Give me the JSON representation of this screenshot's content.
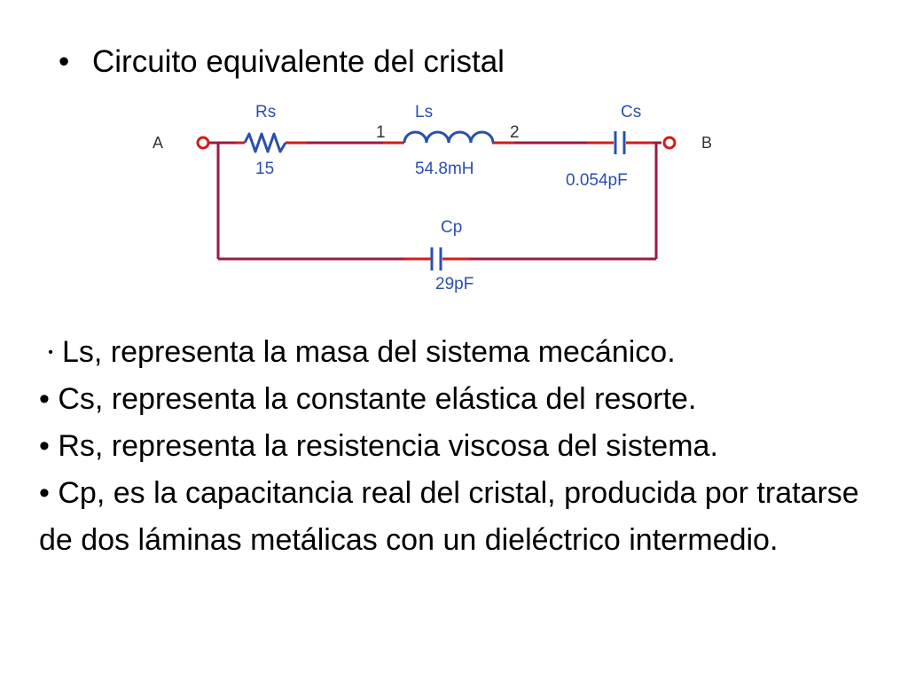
{
  "slide": {
    "title": "Circuito equivalente del cristal",
    "bullet_char": "•"
  },
  "circuit": {
    "terminal_a": "A",
    "terminal_b": "B",
    "node_1": "1",
    "node_2": "2",
    "rs": {
      "name": "Rs",
      "value": "15"
    },
    "ls": {
      "name": "Ls",
      "value": "54.8mH"
    },
    "cs": {
      "name": "Cs",
      "value": "0.054pF"
    },
    "cp": {
      "name": "Cp",
      "value": "29pF"
    },
    "colors": {
      "wire": "#9b1b3e",
      "terminal": "#d11b1b",
      "component": "#2a4fb0",
      "label": "#2a4fb0",
      "terminal_label": "#333333"
    }
  },
  "notes": [
    "Ls, representa la masa del sistema mecánico.",
    "Cs, representa la constante elástica del resorte.",
    "Rs, representa la resistencia viscosa del sistema.",
    "Cp, es la capacitancia real del cristal, producida por tratarse de dos láminas metálicas con un dieléctrico intermedio."
  ]
}
